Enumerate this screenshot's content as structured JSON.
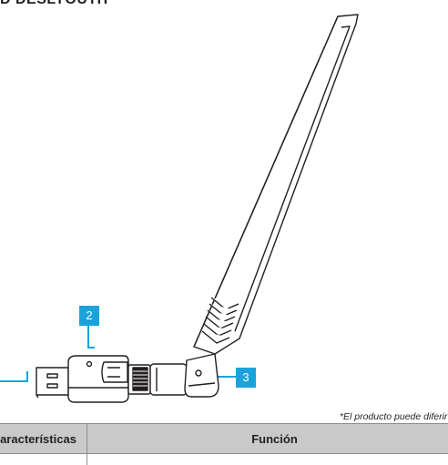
{
  "heading": "D DESLYOUTH",
  "callouts": {
    "usb_cap": "2",
    "connector": "3"
  },
  "note": "*El producto puede diferir de",
  "table": {
    "headers": [
      "aracterísticas",
      "Función"
    ]
  },
  "colors": {
    "callout": "#1aa3db",
    "line": "#1aa3db",
    "header_bg": "#c9c9c9",
    "outline": "#231f20"
  }
}
